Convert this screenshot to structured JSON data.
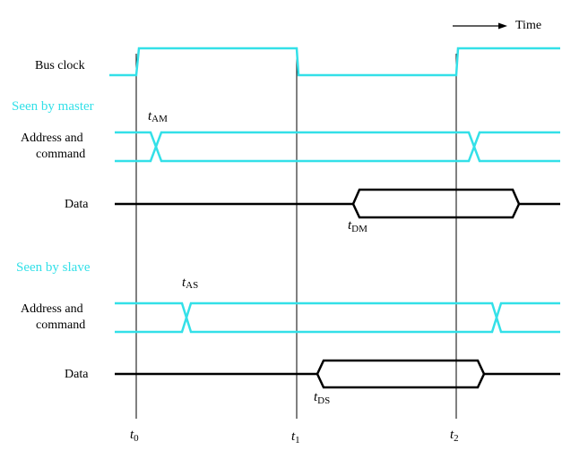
{
  "time_label": "Time",
  "rows": {
    "bus_clock": "Bus clock",
    "master_addr_line1": "Address and",
    "master_addr_line2": "command",
    "master_data": "Data",
    "slave_addr_line1": "Address and",
    "slave_addr_line2": "command",
    "slave_data": "Data"
  },
  "sections": {
    "master": "Seen by master",
    "slave": "Seen by slave"
  },
  "delays": {
    "am": {
      "main": "t",
      "sub": "AM"
    },
    "dm": {
      "main": "t",
      "sub": "DM"
    },
    "as": {
      "main": "t",
      "sub": "AS"
    },
    "ds": {
      "main": "t",
      "sub": "DS"
    }
  },
  "ticks": {
    "t0": {
      "main": "t",
      "sub": "0"
    },
    "t1": {
      "main": "t",
      "sub": "1"
    },
    "t2": {
      "main": "t",
      "sub": "2"
    }
  },
  "colors": {
    "signal_cyan": "#33e0e8",
    "signal_black": "#000000"
  }
}
